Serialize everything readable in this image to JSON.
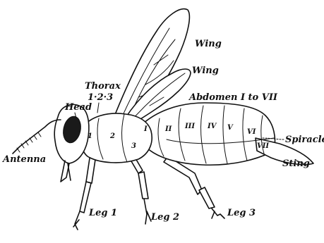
{
  "labels": {
    "wing_upper": "Wing",
    "wing_lower": "Wing",
    "thorax": "Thorax",
    "thorax_segments": "1·2·3",
    "head": "Head",
    "abdomen": "Abdomen I to VII",
    "spiracle": "Spiracle",
    "sting": "Sting",
    "antenna": "Antenna",
    "leg1": "Leg 1",
    "leg2": "Leg 2",
    "leg3": "Leg 3"
  },
  "thorax_numbers": [
    "1",
    "2",
    "3"
  ],
  "abdomen_numerals": [
    "I",
    "II",
    "III",
    "IV",
    "V",
    "VI",
    "VII"
  ],
  "colors": {
    "ink": "#111111",
    "eye": "#1a1a1a",
    "background": "#ffffff"
  }
}
